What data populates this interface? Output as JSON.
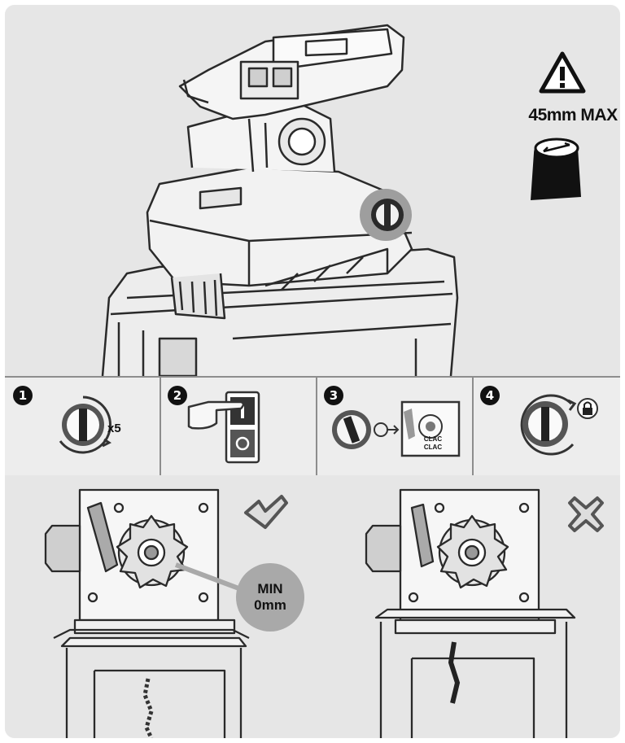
{
  "warning": {
    "max_text": "45mm MAX"
  },
  "steps": [
    {
      "number": "1",
      "repeat_label": "x5"
    },
    {
      "number": "2",
      "switch_on": "I",
      "switch_off": "O"
    },
    {
      "number": "3",
      "click_label_1": "CLAC",
      "click_label_2": "CLAC"
    },
    {
      "number": "4"
    }
  ],
  "result_correct": {
    "badge_line1": "MIN",
    "badge_line2": "0mm"
  },
  "colors": {
    "dark": "#111111",
    "line": "#3a3a3a",
    "panel": "#e6e6e6",
    "badge": "#a9a9a9"
  },
  "icons": [
    "warning-triangle-icon",
    "branch-icon",
    "knob-icon",
    "power-switch-icon",
    "hand-pointer-icon",
    "lock-icon",
    "rotate-arrow-icon",
    "checkmark-icon",
    "cross-icon"
  ]
}
